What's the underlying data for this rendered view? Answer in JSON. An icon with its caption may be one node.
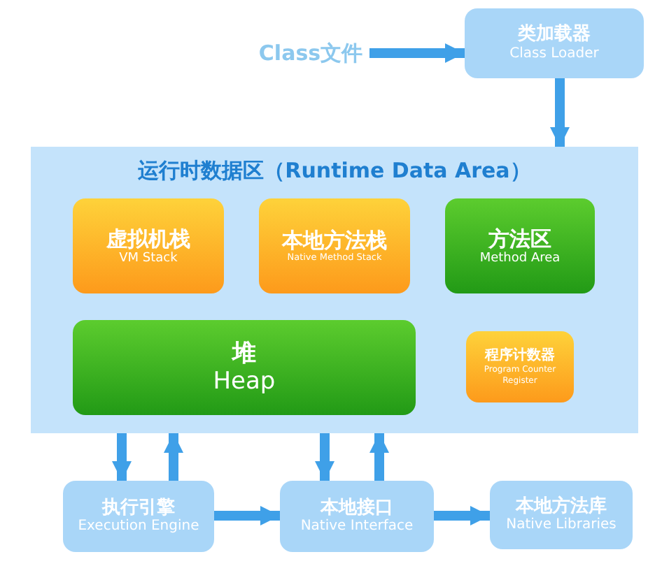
{
  "diagram": {
    "nodes": [
      {
        "text": [
          "Class文件"
        ]
      },
      {
        "text": [
          "类加载器",
          "Class Loader"
        ]
      },
      {
        "text": [
          "运行时数据区（Runtime Data Area）"
        ]
      },
      {
        "text": [
          "虚拟机栈",
          "VM Stack"
        ],
        "in": 2
      },
      {
        "text": [
          "本地方法栈",
          "Native Method Stack"
        ],
        "in": 2
      },
      {
        "text": [
          "方法区",
          "Method Area"
        ],
        "in": 2
      },
      {
        "text": [
          "堆",
          "Heap"
        ],
        "in": 2
      },
      {
        "text": [
          "程序计数器",
          "Program Counter Register"
        ],
        "in": 2
      },
      {
        "text": [
          "执行引擎",
          "Execution Engine"
        ]
      },
      {
        "text": [
          "本地接口",
          "Native Interface"
        ]
      },
      {
        "text": [
          "本地方法库",
          "Native Libraries"
        ]
      }
    ],
    "edges": [
      {
        "from": 0,
        "to": 1,
        "arrow": "to"
      },
      {
        "from": 1,
        "to": 2,
        "arrow": "to"
      },
      {
        "from": 2,
        "to": 8,
        "arrow": "to"
      },
      {
        "from": 8,
        "to": 2,
        "arrow": "to"
      },
      {
        "from": 2,
        "to": 9,
        "arrow": "to"
      },
      {
        "from": 9,
        "to": 2,
        "arrow": "to"
      },
      {
        "from": 8,
        "to": 9,
        "arrow": "to"
      },
      {
        "from": 9,
        "to": 10,
        "arrow": "to"
      }
    ]
  }
}
